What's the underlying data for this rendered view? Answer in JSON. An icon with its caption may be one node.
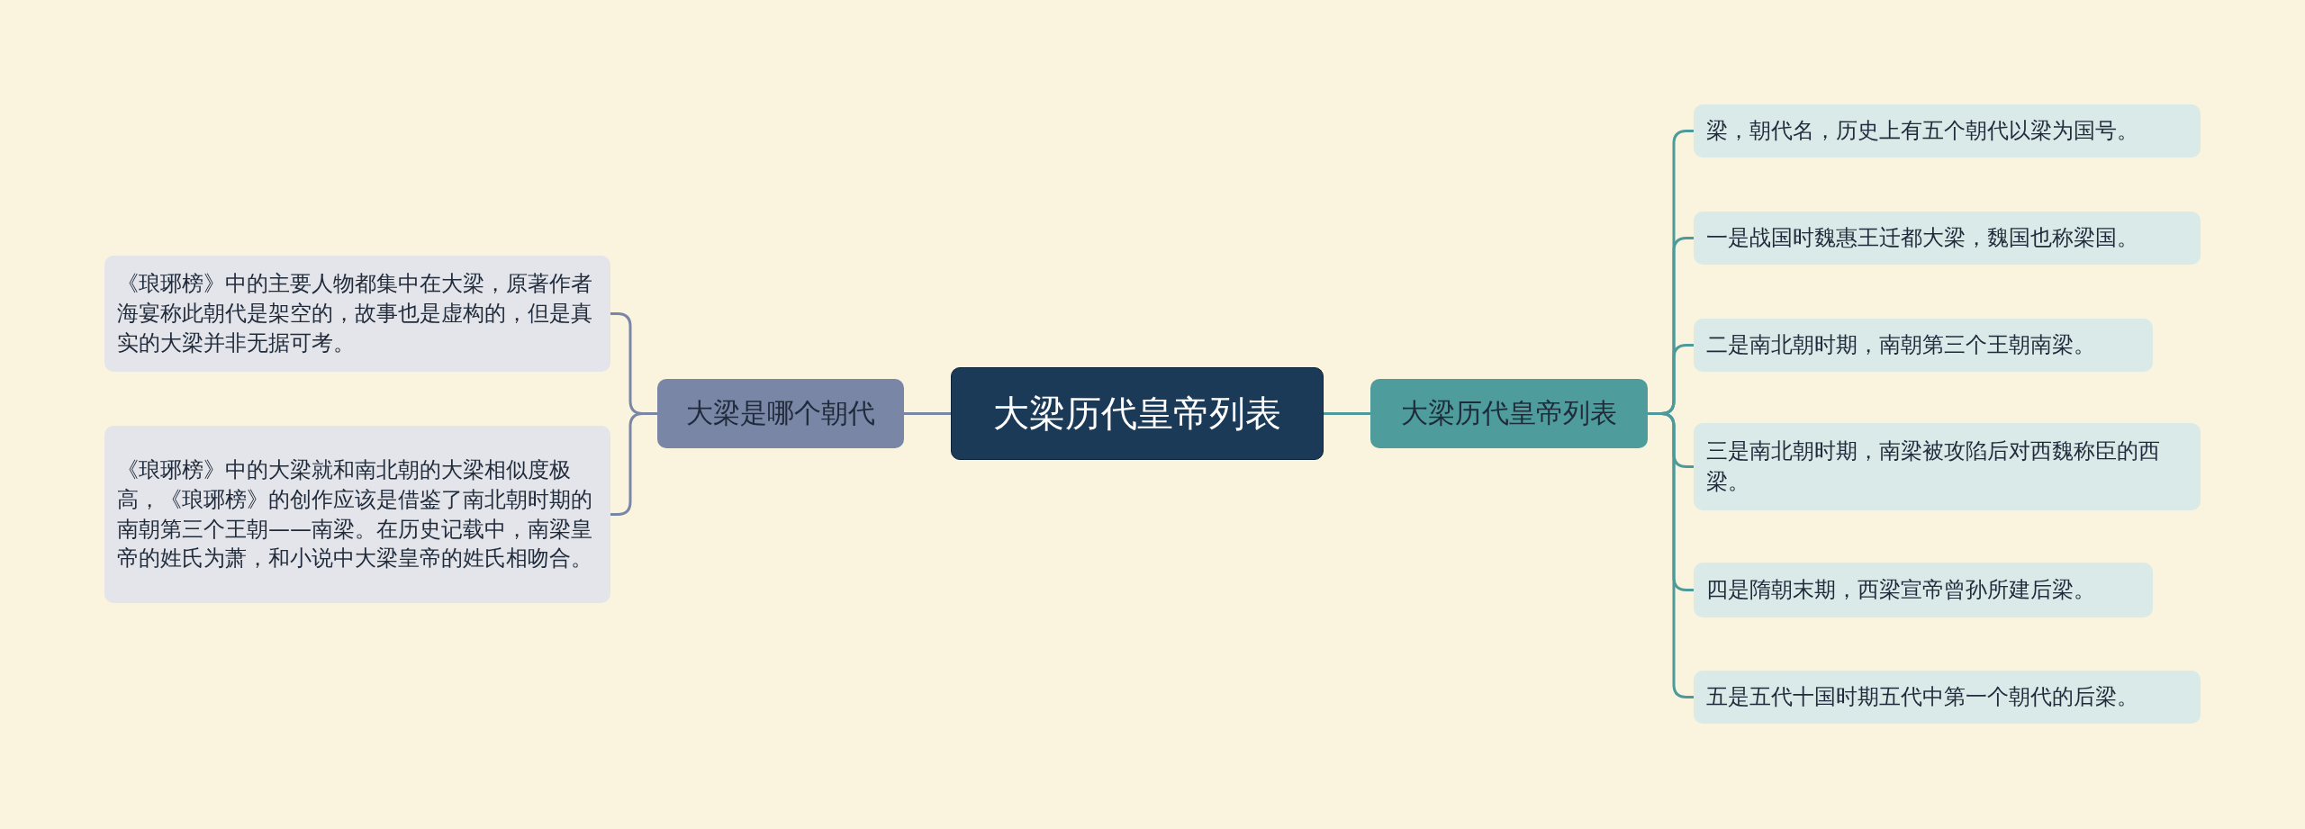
{
  "diagram": {
    "nodes": [
      {
        "text": [
          "大梁历代皇帝列表"
        ]
      },
      {
        "text": [
          "大梁是哪个朝代"
        ]
      },
      {
        "text": [
          "《琅琊榜》中的主要人物都集中在大梁，原著作者海宴称此朝代是架空的，故事也是虚构的，但是真实的大梁并非无据可考。"
        ]
      },
      {
        "text": [
          "《琅琊榜》中的大梁就和南北朝的大梁相似度极高，《琅琊榜》的创作应该是借鉴了南北朝时期的南朝第三个王朝——南梁。在历史记载中，南梁皇帝的姓氏为萧，和小说中大梁皇帝的姓氏相吻合。"
        ]
      },
      {
        "text": [
          "大梁历代皇帝列表"
        ]
      },
      {
        "text": [
          "梁，朝代名，历史上有五个朝代以梁为国号。"
        ]
      },
      {
        "text": [
          "一是战国时魏惠王迁都大梁，魏国也称梁国。"
        ]
      },
      {
        "text": [
          "二是南北朝时期，南朝第三个王朝南梁。"
        ]
      },
      {
        "text": [
          "三是南北朝时期，南梁被攻陷后对西魏称臣的西梁。"
        ]
      },
      {
        "text": [
          "四是隋朝末期，西梁宣帝曾孙所建后梁。"
        ]
      },
      {
        "text": [
          "五是五代十国时期五代中第一个朝代的后梁。"
        ]
      }
    ],
    "edges": [
      {
        "from": 0,
        "to": 1,
        "arrow": "none",
        "color": "#7a86a6"
      },
      {
        "from": 1,
        "to": 2,
        "arrow": "none",
        "color": "#7a86a6"
      },
      {
        "from": 1,
        "to": 3,
        "arrow": "none",
        "color": "#7a86a6"
      },
      {
        "from": 0,
        "to": 4,
        "arrow": "none"
      },
      {
        "from": 4,
        "to": 5,
        "arrow": "none"
      },
      {
        "from": 4,
        "to": 6,
        "arrow": "none"
      },
      {
        "from": 4,
        "to": 7,
        "arrow": "none"
      },
      {
        "from": 4,
        "to": 8,
        "arrow": "none"
      },
      {
        "from": 4,
        "to": 9,
        "arrow": "none"
      },
      {
        "from": 4,
        "to": 10,
        "arrow": "none"
      }
    ]
  }
}
